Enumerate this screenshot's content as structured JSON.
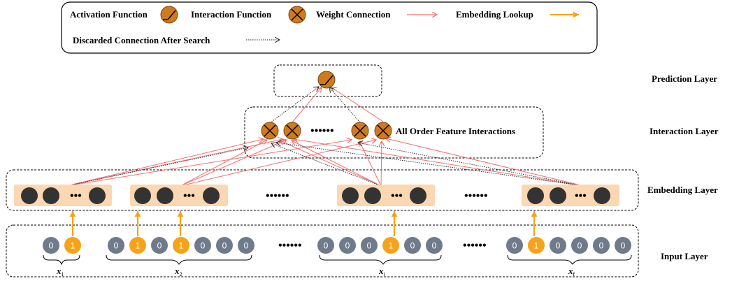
{
  "legend": {
    "activation_label": "Activation Function",
    "interaction_label": "Interaction Function",
    "weight_label": "Weight Connection",
    "embedding_label": "Embedding Lookup",
    "discarded_label": "Discarded Connection After Search"
  },
  "layers": {
    "prediction": "Prediction Layer",
    "interaction": "Interaction Layer",
    "embedding": "Embedding Layer",
    "input": "Input Layer"
  },
  "interaction_note": "All Order Feature Interactions",
  "ellipsis": "••••••",
  "emb_ellipsis": "•••",
  "fields": [
    {
      "var": "x",
      "sub": "1",
      "bits": [
        "0",
        "1"
      ]
    },
    {
      "var": "x",
      "sub": "2",
      "bits": [
        "0",
        "1",
        "0",
        "1",
        "0",
        "0",
        "0"
      ]
    },
    {
      "var": "x",
      "sub": "i",
      "bits": [
        "0",
        "0",
        "0",
        "1",
        "0",
        "0"
      ]
    },
    {
      "var": "x",
      "sub": "f",
      "bits": [
        "0",
        "1",
        "0",
        "0",
        "0",
        "0"
      ]
    }
  ],
  "colors": {
    "orange": "#f5a31a",
    "gray": "#6f7b8b",
    "node": "#d07a1e",
    "weight": "#f07070",
    "emb_bg": "#fbd7b3",
    "dark": "#333333"
  }
}
